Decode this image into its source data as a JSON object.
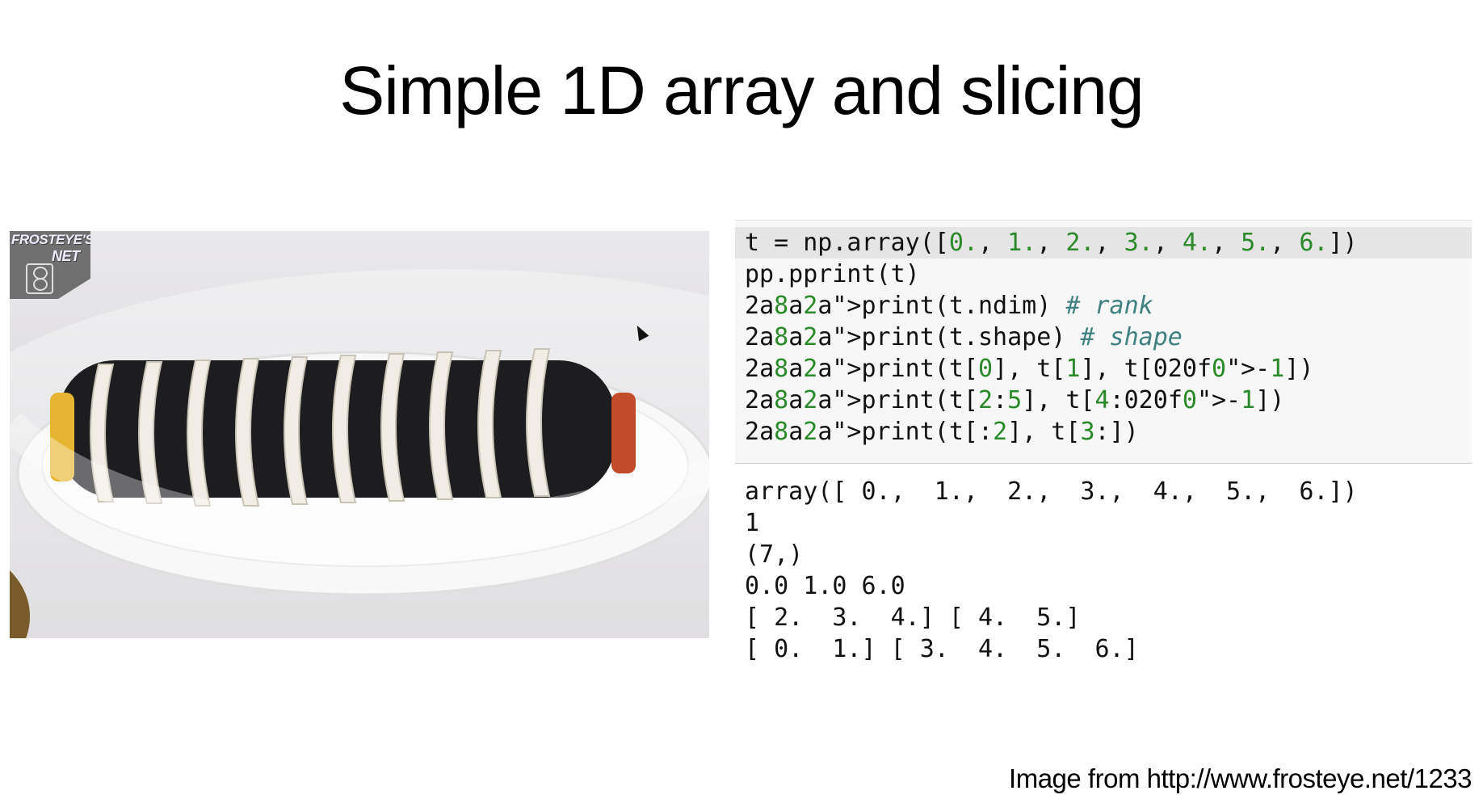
{
  "slide": {
    "title": "Simple 1D array and slicing",
    "credit": "Image from http://www.frosteye.net/1233"
  },
  "photo": {
    "watermark_line1": "FROSTEYE'S",
    "watermark_line2": "NET"
  },
  "code": {
    "lines": [
      "t = np.array([0., 1., 2., 3., 4., 5., 6.])",
      "pp.pprint(t)",
      "print(t.ndim) # rank",
      "print(t.shape) # shape",
      "print(t[0], t[1], t[-1])",
      "print(t[2:5], t[4:-1])",
      "print(t[:2], t[3:])"
    ]
  },
  "output": {
    "lines": [
      "array([ 0.,  1.,  2.,  3.,  4.,  5.,  6.])",
      "1",
      "(7,)",
      "0.0 1.0 6.0",
      "[ 2.  3.  4.] [ 4.  5.]",
      "[ 0.  1.] [ 3.  4.  5.  6.]"
    ]
  },
  "colors": {
    "number": "#2a8a2a",
    "comment": "#408080",
    "operator": "#a020f0",
    "cell_background": "#f7f7f7"
  }
}
